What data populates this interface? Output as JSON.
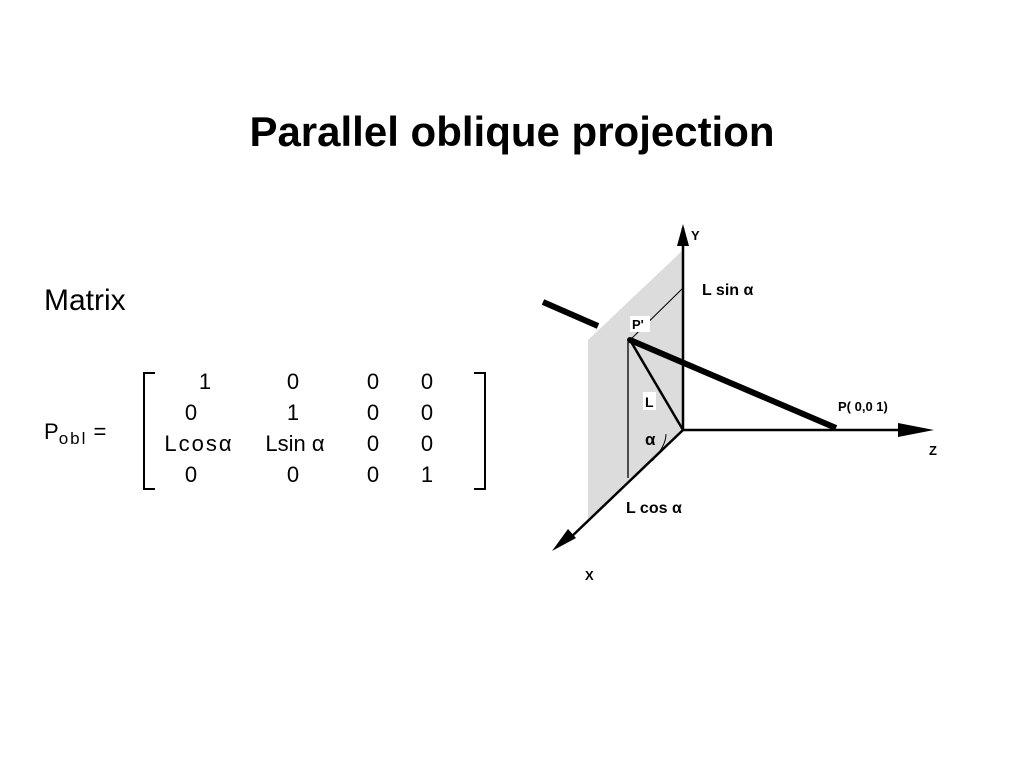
{
  "slide": {
    "title": "Parallel oblique projection",
    "matrix_heading": "Matrix"
  },
  "matrix": {
    "lhs_main": "P",
    "lhs_sub": "obl",
    "lhs_eq": "=",
    "rows": [
      [
        "1",
        "0",
        "0",
        "0"
      ],
      [
        "0",
        "1",
        "0",
        "0"
      ],
      [
        "Lcosα",
        "Lsin α",
        "0",
        "0"
      ],
      [
        "0",
        "0",
        "0",
        "1"
      ]
    ]
  },
  "diagram": {
    "axis_y": "Y",
    "axis_z": "Z",
    "axis_x": "X",
    "label_lsin": "L sin α",
    "label_p_prime": "P'",
    "label_l": "L",
    "label_alpha": "α",
    "label_lcos": "L cos α",
    "label_point": "P( 0,0 1)",
    "colors": {
      "plane": "#dcdcdc",
      "stroke": "#000000"
    }
  }
}
